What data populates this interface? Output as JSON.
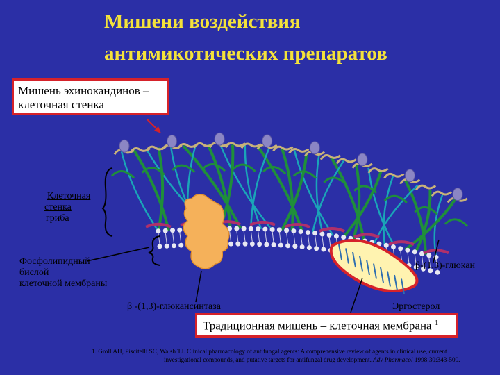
{
  "title": {
    "line1": "Мишени воздействия",
    "line2": "антимикотических препаратов"
  },
  "target_echinocandin": {
    "line1": "Мишень эхинокандинов –",
    "line2": "клеточная стенка"
  },
  "labels": {
    "cell_wall": [
      "Клеточная",
      "стенка",
      "гриба"
    ],
    "phospholipid": [
      "Фосфолипидный",
      "бислой",
      "клеточной мембраны"
    ],
    "beta_glucan": "β-(1,3)-глюкан",
    "glucan_synthase": "β -(1,3)-глюкансинтаза",
    "ergosterol": "Эргостерол"
  },
  "traditional_target": {
    "text": "Традиционная мишень – клеточная мембрана",
    "sup": "1"
  },
  "reference": {
    "line1": "1.  Groll AH, Piscitelli SC, Walsh TJ. Clinical pharmacology of antifungal agents: A comprehensive review of agents in clinical use, current",
    "line2_plain": "investigational compounds, and putative targets for antifungal drug development.",
    "journal": "Adv Pharmacol",
    "citation": "1998;30:343-500."
  },
  "colors": {
    "background": "#2b2fa6",
    "title": "#f4e23a",
    "glucan_fibers_green": "#1f8f3a",
    "glucan_fibers_teal": "#1aa5b8",
    "mannoprotein": "#8b86c4",
    "membrane_head": "#e8e8f2",
    "membrane_cap": "#b0306a",
    "synthase": "#f5b15a",
    "ergosterol_box": "#fff3b0",
    "highlight_red": "#d6222a"
  }
}
